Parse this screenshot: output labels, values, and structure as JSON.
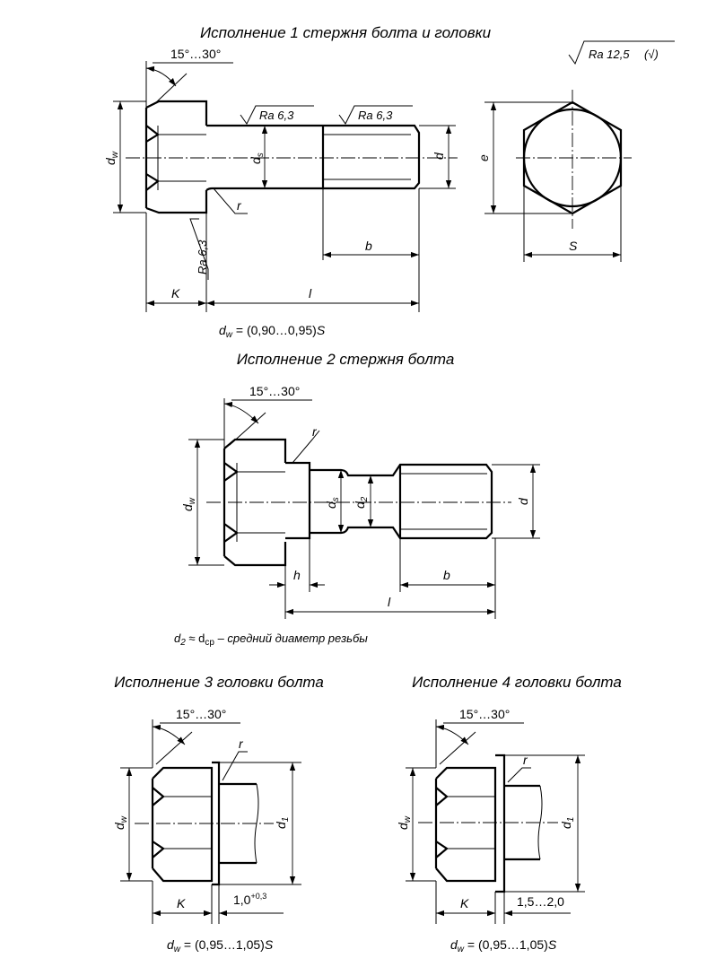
{
  "titles": {
    "v1": "Исполнение 1 стержня болта и головки",
    "v2": "Исполнение 2 стержня болта",
    "v3": "Исполнение 3 головки болта",
    "v4": "Исполнение 4 головки болта"
  },
  "roughness": {
    "general": "Ra 12,5",
    "general_suffix": "(√)",
    "shank": "Ra 6,3",
    "thread": "Ra 6,3",
    "bearing": "Ra 6,3"
  },
  "labels": {
    "angle": "15°…30°",
    "dw": "d",
    "dw_sub": "w",
    "ds": "d",
    "ds_sub": "s",
    "d": "d",
    "d1": "d",
    "d1_sub": "1",
    "d2": "d",
    "d2_sub": "2",
    "e": "e",
    "s": "S",
    "r": "r",
    "b": "b",
    "l": "l",
    "k": "K",
    "h": "h",
    "flange3": "1,0",
    "flange3_sup": "+0,3",
    "flange4": "1,5…2,0"
  },
  "formulas": {
    "dw_var": "d",
    "dw_sub": "w",
    "dw_rest": " = (0,90…0,95)",
    "dw_S": "S",
    "d2_var": "d",
    "d2_sub": "2",
    "d2_mid": " ≈ d",
    "d2_sub2": "ср",
    "d2_rest": " – средний диаметр резьбы",
    "dw3_var": "d",
    "dw3_sub": "w",
    "dw3_rest": " = (0,95…1,05)",
    "dw3_S": "S",
    "dw4_var": "d",
    "dw4_sub": "w",
    "dw4_rest": " = (0,95…1,05)",
    "dw4_S": "S"
  }
}
